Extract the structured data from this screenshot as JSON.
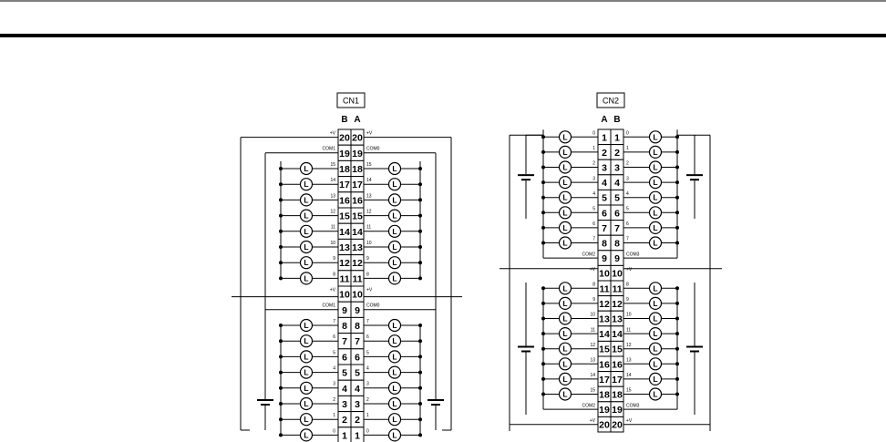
{
  "connectors": [
    {
      "title": "CN1",
      "left_column": "B",
      "right_column": "A",
      "rows": [
        {
          "pin": "20",
          "left_label": "+V",
          "right_label": "+V"
        },
        {
          "pin": "19",
          "left_label": "COM1",
          "right_label": "COM0"
        },
        {
          "pin": "18",
          "left_label": "15",
          "right_label": "15"
        },
        {
          "pin": "17",
          "left_label": "14",
          "right_label": "14"
        },
        {
          "pin": "16",
          "left_label": "13",
          "right_label": "13"
        },
        {
          "pin": "15",
          "left_label": "12",
          "right_label": "12"
        },
        {
          "pin": "14",
          "left_label": "11",
          "right_label": "11"
        },
        {
          "pin": "13",
          "left_label": "10",
          "right_label": "10"
        },
        {
          "pin": "12",
          "left_label": "9",
          "right_label": "9"
        },
        {
          "pin": "11",
          "left_label": "8",
          "right_label": "8"
        },
        {
          "pin": "10",
          "left_label": "+V",
          "right_label": "+V"
        },
        {
          "pin": "9",
          "left_label": "COM1",
          "right_label": "COM0"
        },
        {
          "pin": "8",
          "left_label": "7",
          "right_label": "7"
        },
        {
          "pin": "7",
          "left_label": "6",
          "right_label": "6"
        },
        {
          "pin": "6",
          "left_label": "5",
          "right_label": "5"
        },
        {
          "pin": "5",
          "left_label": "4",
          "right_label": "4"
        },
        {
          "pin": "4",
          "left_label": "3",
          "right_label": "3"
        },
        {
          "pin": "3",
          "left_label": "2",
          "right_label": "2"
        },
        {
          "pin": "2",
          "left_label": "1",
          "right_label": "1"
        },
        {
          "pin": "1",
          "left_label": "0",
          "right_label": "0"
        }
      ]
    },
    {
      "title": "CN2",
      "left_column": "A",
      "right_column": "B",
      "rows": [
        {
          "pin": "1",
          "left_label": "0",
          "right_label": "0"
        },
        {
          "pin": "2",
          "left_label": "1",
          "right_label": "1"
        },
        {
          "pin": "3",
          "left_label": "2",
          "right_label": "2"
        },
        {
          "pin": "4",
          "left_label": "3",
          "right_label": "3"
        },
        {
          "pin": "5",
          "left_label": "4",
          "right_label": "4"
        },
        {
          "pin": "6",
          "left_label": "5",
          "right_label": "5"
        },
        {
          "pin": "7",
          "left_label": "6",
          "right_label": "6"
        },
        {
          "pin": "8",
          "left_label": "7",
          "right_label": "7"
        },
        {
          "pin": "9",
          "left_label": "COM2",
          "right_label": "COM3"
        },
        {
          "pin": "10",
          "left_label": "+V",
          "right_label": "+V"
        },
        {
          "pin": "11",
          "left_label": "8",
          "right_label": "8"
        },
        {
          "pin": "12",
          "left_label": "9",
          "right_label": "9"
        },
        {
          "pin": "13",
          "left_label": "10",
          "right_label": "10"
        },
        {
          "pin": "14",
          "left_label": "11",
          "right_label": "11"
        },
        {
          "pin": "15",
          "left_label": "12",
          "right_label": "12"
        },
        {
          "pin": "16",
          "left_label": "13",
          "right_label": "13"
        },
        {
          "pin": "17",
          "left_label": "14",
          "right_label": "14"
        },
        {
          "pin": "18",
          "left_label": "15",
          "right_label": "15"
        },
        {
          "pin": "19",
          "left_label": "COM2",
          "right_label": "COM3"
        },
        {
          "pin": "20",
          "left_label": "+V",
          "right_label": "+V"
        }
      ]
    }
  ],
  "load_symbol": "L"
}
